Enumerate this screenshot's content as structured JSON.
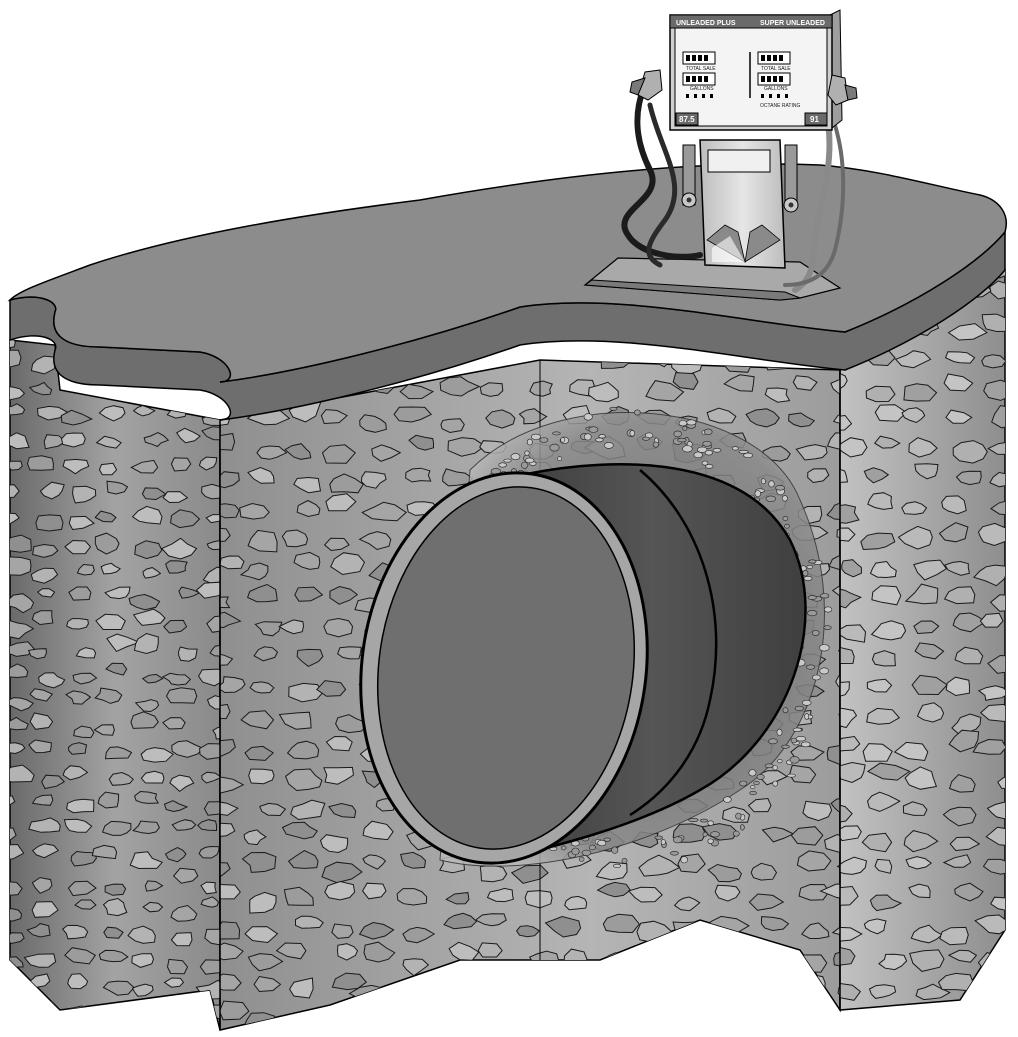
{
  "pump": {
    "header_left": "UNLEADED PLUS",
    "header_right": "SUPER UNLEADED",
    "total_sale_left": "TOTAL SALE",
    "total_sale_right": "TOTAL SALE",
    "gallons_left": "GALLONS",
    "gallons_right": "GALLONS",
    "octane_label": "OCTANE RATING",
    "octane_left": "87.5",
    "octane_right": "91"
  },
  "colors": {
    "pavement_top": "#8c8c8c",
    "pavement_edge": "#6e6e6e",
    "soil": "#9a9a9a",
    "soil_dark": "#7d7d7d",
    "tank_rim": "#a8a8a8",
    "tank_face": "#6e6e6e",
    "tank_body": "#4a4a4a",
    "pump_body": "#d4d4d4",
    "pump_panel": "#f2f2f2"
  }
}
